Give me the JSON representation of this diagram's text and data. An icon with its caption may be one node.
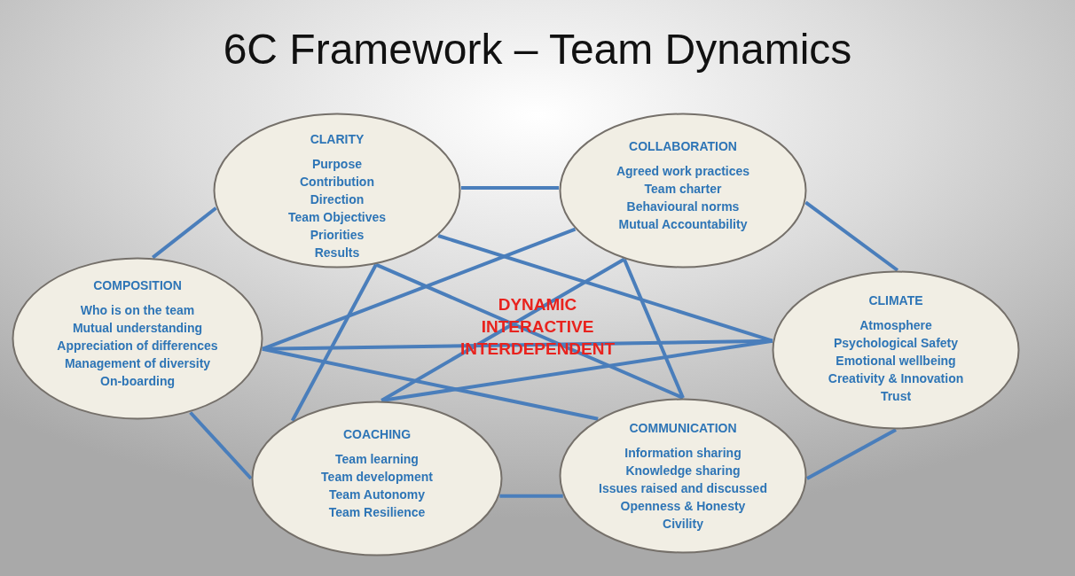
{
  "diagram": {
    "title": "6C Framework – Team Dynamics",
    "nodes": [
      {
        "text": [
          "CLARITY",
          "Purpose",
          "Contribution",
          "Direction",
          "Team Objectives",
          "Priorities",
          "Results"
        ]
      },
      {
        "text": [
          "COLLABORATION",
          "Agreed work practices",
          "Team charter",
          "Behavioural norms",
          "Mutual Accountability"
        ]
      },
      {
        "text": [
          "COMPOSITION",
          "Who is on the team",
          "Mutual understanding",
          "Appreciation of differences",
          "Management of diversity",
          "On-boarding"
        ]
      },
      {
        "text": [
          "CLIMATE",
          "Atmosphere",
          "Psychological Safety",
          "Emotional wellbeing",
          "Creativity & Innovation",
          "Trust"
        ]
      },
      {
        "text": [
          "COACHING",
          "Team learning",
          "Team development",
          "Team Autonomy",
          "Team Resilience"
        ]
      },
      {
        "text": [
          "COMMUNICATION",
          "Information sharing",
          "Knowledge sharing",
          "Issues raised and discussed",
          "Openness & Honesty",
          "Civility"
        ]
      }
    ],
    "edges": [
      {
        "from": 0,
        "to": 1,
        "arrow": "none"
      },
      {
        "from": 1,
        "to": 3,
        "arrow": "none"
      },
      {
        "from": 3,
        "to": 5,
        "arrow": "none"
      },
      {
        "from": 5,
        "to": 4,
        "arrow": "none"
      },
      {
        "from": 4,
        "to": 2,
        "arrow": "none"
      },
      {
        "from": 2,
        "to": 0,
        "arrow": "none"
      },
      {
        "from": 0,
        "to": 4,
        "arrow": "none"
      },
      {
        "from": 0,
        "to": 5,
        "arrow": "none"
      },
      {
        "from": 0,
        "to": 3,
        "arrow": "none"
      },
      {
        "from": 2,
        "to": 1,
        "arrow": "none"
      },
      {
        "from": 2,
        "to": 3,
        "arrow": "none"
      },
      {
        "from": 2,
        "to": 5,
        "arrow": "none"
      },
      {
        "from": 1,
        "to": 4,
        "arrow": "none"
      },
      {
        "from": 1,
        "to": 5,
        "arrow": "none"
      },
      {
        "from": 3,
        "to": 4,
        "arrow": "none"
      }
    ],
    "labels": [
      "DYNAMIC",
      "INTERACTIVE",
      "INTERDEPENDENT"
    ]
  }
}
